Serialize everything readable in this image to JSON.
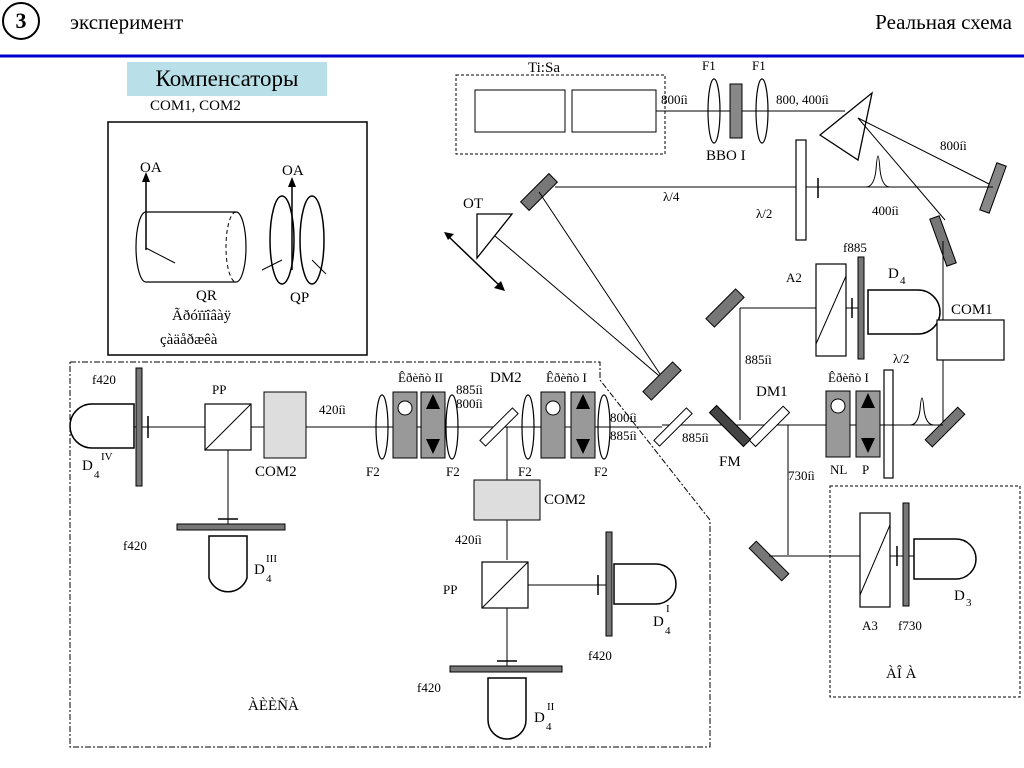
{
  "header": {
    "slide_number": "3",
    "left_title": "эксперимент",
    "right_title": "Реальная схема",
    "accent_color": "#0000cc"
  },
  "compensators": {
    "title": "Компенсаторы",
    "subtitle": "COM1, COM2",
    "oa_left": "OA",
    "oa_right": "OA",
    "qr": "QR",
    "qp": "QP",
    "caption_line1": "Ãðóïïîâàÿ",
    "caption_line2": "çàäåðæêà"
  },
  "laser": {
    "name": "Ti:Sa",
    "out_800": "800íì",
    "f1_a": "F1",
    "f1_b": "F1",
    "bbo": "BBO I",
    "out_800_400": "800, 400íì",
    "right_800": "800íì",
    "out_400": "400íì",
    "lambda_2_top": "λ/2",
    "lambda_4": "λ/4"
  },
  "ot": "OT",
  "right_arm": {
    "a2": "A2",
    "f885": "f885",
    "d4": "D",
    "d4_sub": "4",
    "com1": "COM1",
    "nm_885": "885íì",
    "lambda_2": "λ/2",
    "dm1": "DM1",
    "fm": "FM",
    "crystal_label": "Êðèñò I",
    "nl": "NL",
    "p": "P",
    "nm_730": "730íì",
    "nm_885_low": "885íì"
  },
  "detection_box": {
    "a3": "A3",
    "f730": "f730",
    "d3": "D",
    "d3_sub": "3",
    "title": "ÀÎ À"
  },
  "bottom_box": {
    "f420_top": "f420",
    "d4iv": "D",
    "d4iv_sub": "4",
    "d4iv_sup": "IV",
    "pp_left": "PP",
    "com2_left": "COM2",
    "nm_420": "420íì",
    "f2_1": "F2",
    "f2_2": "F2",
    "f2_3": "F2",
    "f2_4": "F2",
    "crystal_ii": "Êðèñò II",
    "nm_885_mid": "885íì",
    "nm_800_mid": "800íì",
    "dm2": "DM2",
    "crystal_i": "Êðèñò I",
    "nm_800_right": "800íì",
    "nm_885_right": "885íì",
    "f420_mid": "f420",
    "d4iii": "D",
    "d4iii_sub": "4",
    "d4iii_sup": "III",
    "com2_center": "COM2",
    "nm_420_center": "420íì",
    "pp_center": "PP",
    "d4i": "D",
    "d4i_sub": "4",
    "d4i_sup": "I",
    "f420_right": "f420",
    "f420_bottom": "f420",
    "d4ii": "D",
    "d4ii_sub": "4",
    "d4ii_sup": "II",
    "title": "ÀÈÈÑÀ"
  }
}
